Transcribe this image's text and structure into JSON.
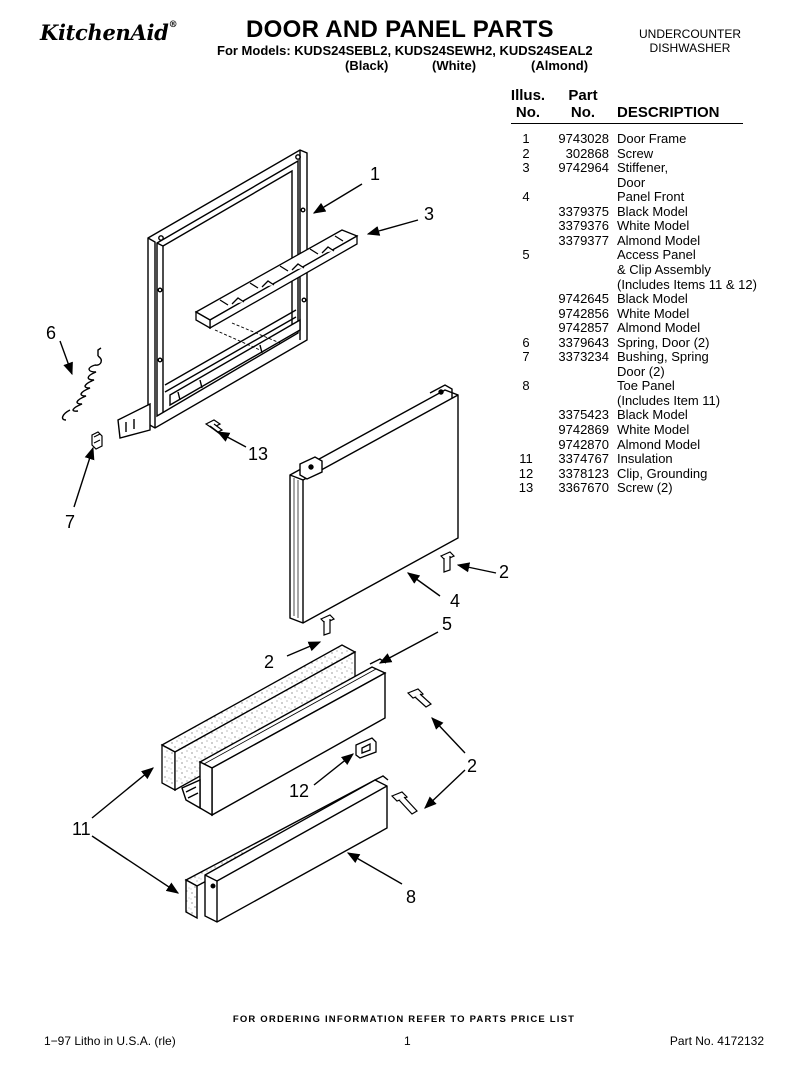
{
  "header": {
    "brand": "KitchenAid",
    "brand_mark": "®",
    "title": "DOOR AND PANEL PARTS",
    "models_line": "For Models: KUDS24SEBL2, KUDS24SEWH2, KUDS24SEAL2",
    "colors": [
      "(Black)",
      "(White)",
      "(Almond)"
    ],
    "category_line1": "UNDERCOUNTER",
    "category_line2": "DISHWASHER"
  },
  "table": {
    "headers": {
      "illus_1": "Illus.",
      "illus_2": "No.",
      "part_1": "Part",
      "part_2": "No.",
      "desc": "DESCRIPTION"
    },
    "rows": [
      {
        "illus": "1",
        "part": "9743028",
        "desc": "Door Frame"
      },
      {
        "illus": "2",
        "part": "302868",
        "desc": "Screw"
      },
      {
        "illus": "3",
        "part": "9742964",
        "desc": "Stiffener,"
      },
      {
        "illus": "",
        "part": "",
        "desc": "Door"
      },
      {
        "illus": "4",
        "part": "",
        "desc": "Panel Front"
      },
      {
        "illus": "",
        "part": "3379375",
        "desc": "Black Model"
      },
      {
        "illus": "",
        "part": "3379376",
        "desc": "White Model"
      },
      {
        "illus": "",
        "part": "3379377",
        "desc": "Almond Model"
      },
      {
        "illus": "5",
        "part": "",
        "desc": "Access Panel"
      },
      {
        "illus": "",
        "part": "",
        "desc": "& Clip Assembly"
      },
      {
        "illus": "",
        "part": "",
        "desc": "(Includes Items 11 & 12)"
      },
      {
        "illus": "",
        "part": "9742645",
        "desc": "Black Model"
      },
      {
        "illus": "",
        "part": "9742856",
        "desc": "White Model"
      },
      {
        "illus": "",
        "part": "9742857",
        "desc": "Almond Model"
      },
      {
        "illus": "6",
        "part": "3379643",
        "desc": "Spring, Door (2)"
      },
      {
        "illus": "7",
        "part": "3373234",
        "desc": "Bushing, Spring"
      },
      {
        "illus": "",
        "part": "",
        "desc": "Door (2)"
      },
      {
        "illus": "8",
        "part": "",
        "desc": "Toe Panel"
      },
      {
        "illus": "",
        "part": "",
        "desc": "(Includes Item 11)"
      },
      {
        "illus": "",
        "part": "3375423",
        "desc": "Black Model"
      },
      {
        "illus": "",
        "part": "9742869",
        "desc": "White Model"
      },
      {
        "illus": "",
        "part": "9742870",
        "desc": "Almond Model"
      },
      {
        "illus": "11",
        "part": "3374767",
        "desc": "Insulation"
      },
      {
        "illus": "12",
        "part": "3378123",
        "desc": "Clip, Grounding"
      },
      {
        "illus": "13",
        "part": "3367670",
        "desc": "Screw (2)"
      }
    ]
  },
  "diagram": {
    "callouts": {
      "c1": "1",
      "c3": "3",
      "c6": "6",
      "c7": "7",
      "c13": "13",
      "c2a": "2",
      "c4": "4",
      "c5": "5",
      "c2b": "2",
      "c2c": "2",
      "c12": "12",
      "c11": "11",
      "c8": "8"
    }
  },
  "footer": {
    "ordering_note": "FOR ORDERING INFORMATION REFER TO PARTS PRICE LIST",
    "litho": "1−97 Litho in U.S.A. (rle)",
    "page": "1",
    "part_no": "Part No. 4172132"
  }
}
